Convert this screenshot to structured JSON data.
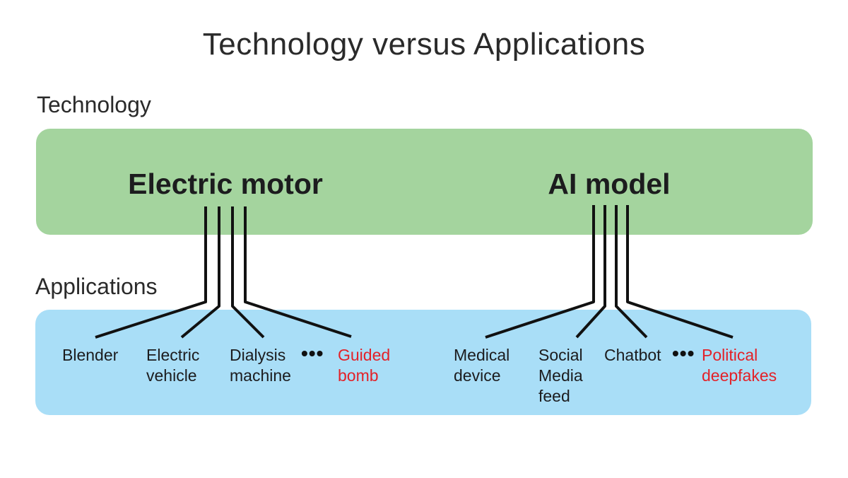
{
  "title": "Technology versus Applications",
  "colors": {
    "technology_box": "#a4d49e",
    "applications_box": "#a9def7",
    "highlight_red": "#e32128",
    "text_dark": "#1c1c1e",
    "line_color": "#111111"
  },
  "technology": {
    "section_label": "Technology",
    "items": [
      {
        "name": "Electric motor"
      },
      {
        "name": "AI model"
      }
    ]
  },
  "applications": {
    "section_label": "Applications",
    "groups": [
      {
        "technology": "Electric motor",
        "items": [
          {
            "text": "Blender",
            "highlighted": false
          },
          {
            "text": "Electric\nvehicle",
            "highlighted": false
          },
          {
            "text": "Dialysis\nmachine",
            "highlighted": false
          },
          {
            "text": "Guided\nbomb",
            "highlighted": true
          }
        ],
        "ellipsis": "•••"
      },
      {
        "technology": "AI model",
        "items": [
          {
            "text": "Medical\ndevice",
            "highlighted": false
          },
          {
            "text": "Social\nMedia\nfeed",
            "highlighted": false
          },
          {
            "text": "Chatbot",
            "highlighted": false
          },
          {
            "text": "Political\ndeepfakes",
            "highlighted": true
          }
        ],
        "ellipsis": "•••"
      }
    ]
  }
}
